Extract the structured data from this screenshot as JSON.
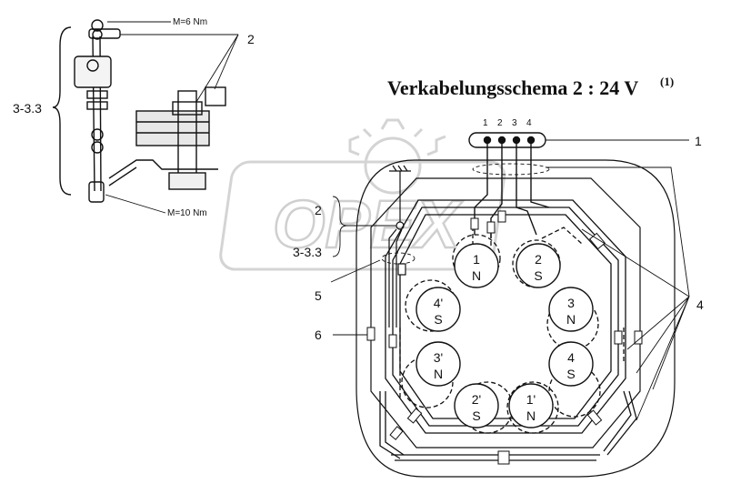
{
  "title": {
    "text": "Verkabelungsschema 2 : 24 V",
    "sup": "(1)"
  },
  "watermark": "OPEX",
  "torque": {
    "top": "M=6 Nm",
    "bottom": "M=10 Nm"
  },
  "callouts": {
    "c1": "1",
    "c2_inset": "2",
    "c2_main": "2",
    "c33_inset": "3-3.3",
    "c33_main": "3-3.3",
    "c4": "4",
    "c5": "5",
    "c6": "6"
  },
  "terminals": [
    "1",
    "2",
    "3",
    "4"
  ],
  "poles": [
    {
      "num": "1",
      "pol": "N"
    },
    {
      "num": "2",
      "pol": "S"
    },
    {
      "num": "3",
      "pol": "N"
    },
    {
      "num": "4",
      "pol": "S"
    },
    {
      "num": "1'",
      "pol": "N"
    },
    {
      "num": "2'",
      "pol": "S"
    },
    {
      "num": "3'",
      "pol": "N"
    },
    {
      "num": "4'",
      "pol": "S"
    }
  ]
}
